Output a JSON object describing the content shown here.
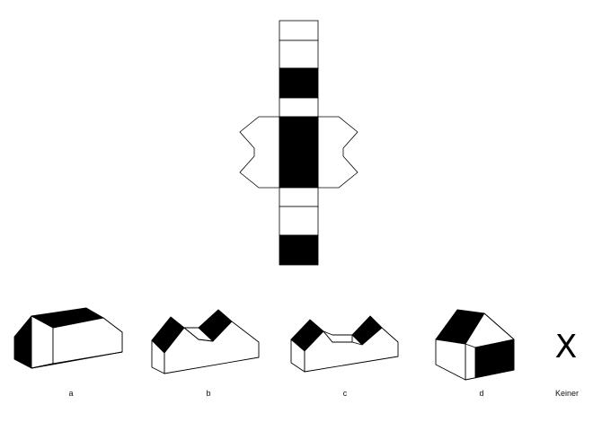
{
  "task": {
    "net_colors": {
      "fill": "#000000",
      "stroke": "#000000",
      "paper": "#ffffff"
    }
  },
  "options": [
    {
      "id": "a",
      "label": "a"
    },
    {
      "id": "b",
      "label": "b"
    },
    {
      "id": "c",
      "label": "c"
    },
    {
      "id": "d",
      "label": "d"
    },
    {
      "id": "none",
      "label": "Keiner",
      "mark": "X"
    }
  ]
}
